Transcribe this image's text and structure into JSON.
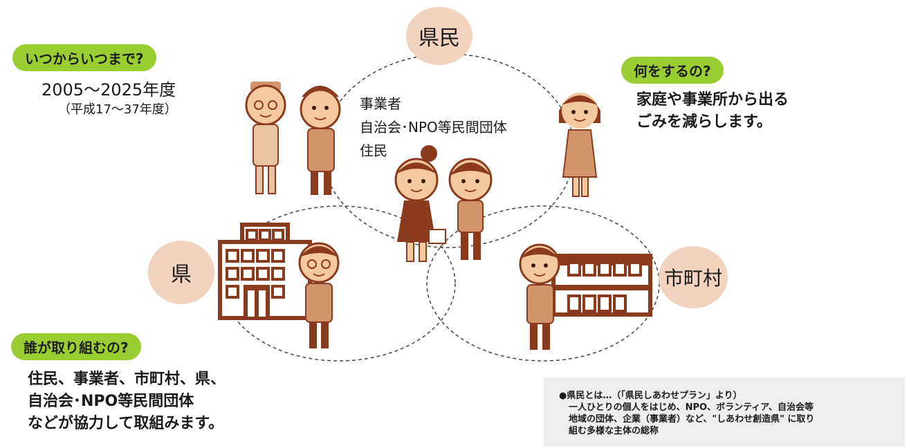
{
  "when": {
    "label": "いつからいつまで?",
    "years": "2005～2025年度",
    "heisei": "（平成17～37年度）"
  },
  "what": {
    "label": "何をするの?",
    "line1": "家庭や事業所から出る",
    "line2": "ごみを減らします。"
  },
  "who": {
    "label": "誰が取り組むの?",
    "line1": "住民、事業者、市町村、県、",
    "line2": "自治会･NPO等民間団体",
    "line3": "などが協力して取組みます。"
  },
  "circles": {
    "kenmin": "県民",
    "ken": "県",
    "shichoson": "市町村"
  },
  "kenmin_members": [
    "事業者",
    "自治会･NPO等民間団体",
    "住民"
  ],
  "note": {
    "line1": "●県民とは…（「県民しあわせプラン」より）",
    "line2": "一人ひとりの個人をはじめ、NPO、ボランティア、自治会等",
    "line3": "地域の団体、企業（事業者）など、\"しあわせ創造県\" に取り",
    "line4": "組む多様な主体の総称"
  },
  "colors": {
    "pill": "#9acd32",
    "circle_fill": "#f2d3c0",
    "brown": "#8b3a1e",
    "skin": "#f5c9a0",
    "note_bg": "#eeeeee"
  }
}
